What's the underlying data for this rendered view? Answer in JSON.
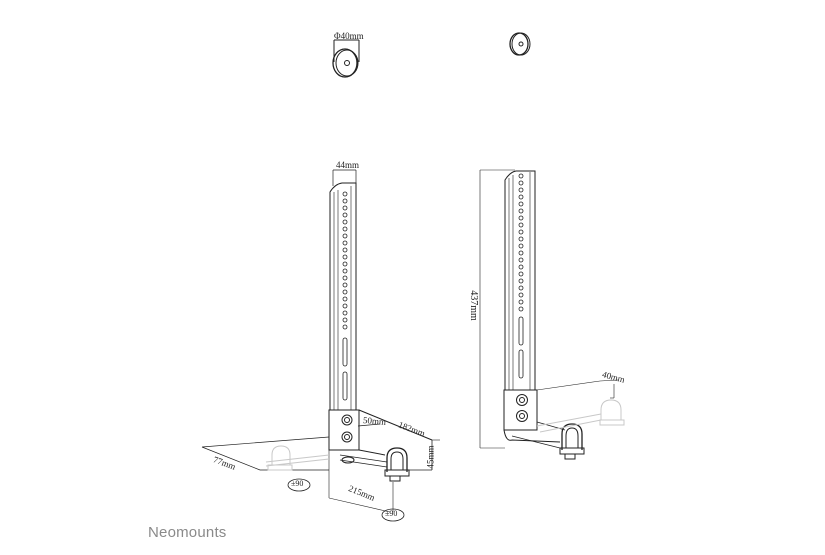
{
  "brand": {
    "name": "Neomounts",
    "color": "#8a8a8a"
  },
  "drawing": {
    "stroke_color": "#222222",
    "ghost_color": "#c8c8c8",
    "parts": {
      "foot_pad_left": {
        "label": "Φ40mm"
      },
      "foot_pad_right": {
        "label": ""
      }
    },
    "left_view": {
      "post_width": "44mm",
      "bracket_offset": "50mm",
      "shelf_depth": "182mm",
      "shelf_height": "45mm",
      "shelf_length": "215mm",
      "base_depth": "77mm",
      "rotation_a": "±90",
      "rotation_b": "±90"
    },
    "right_view": {
      "total_height": "437mm",
      "clamp_offset": "40mm"
    }
  }
}
